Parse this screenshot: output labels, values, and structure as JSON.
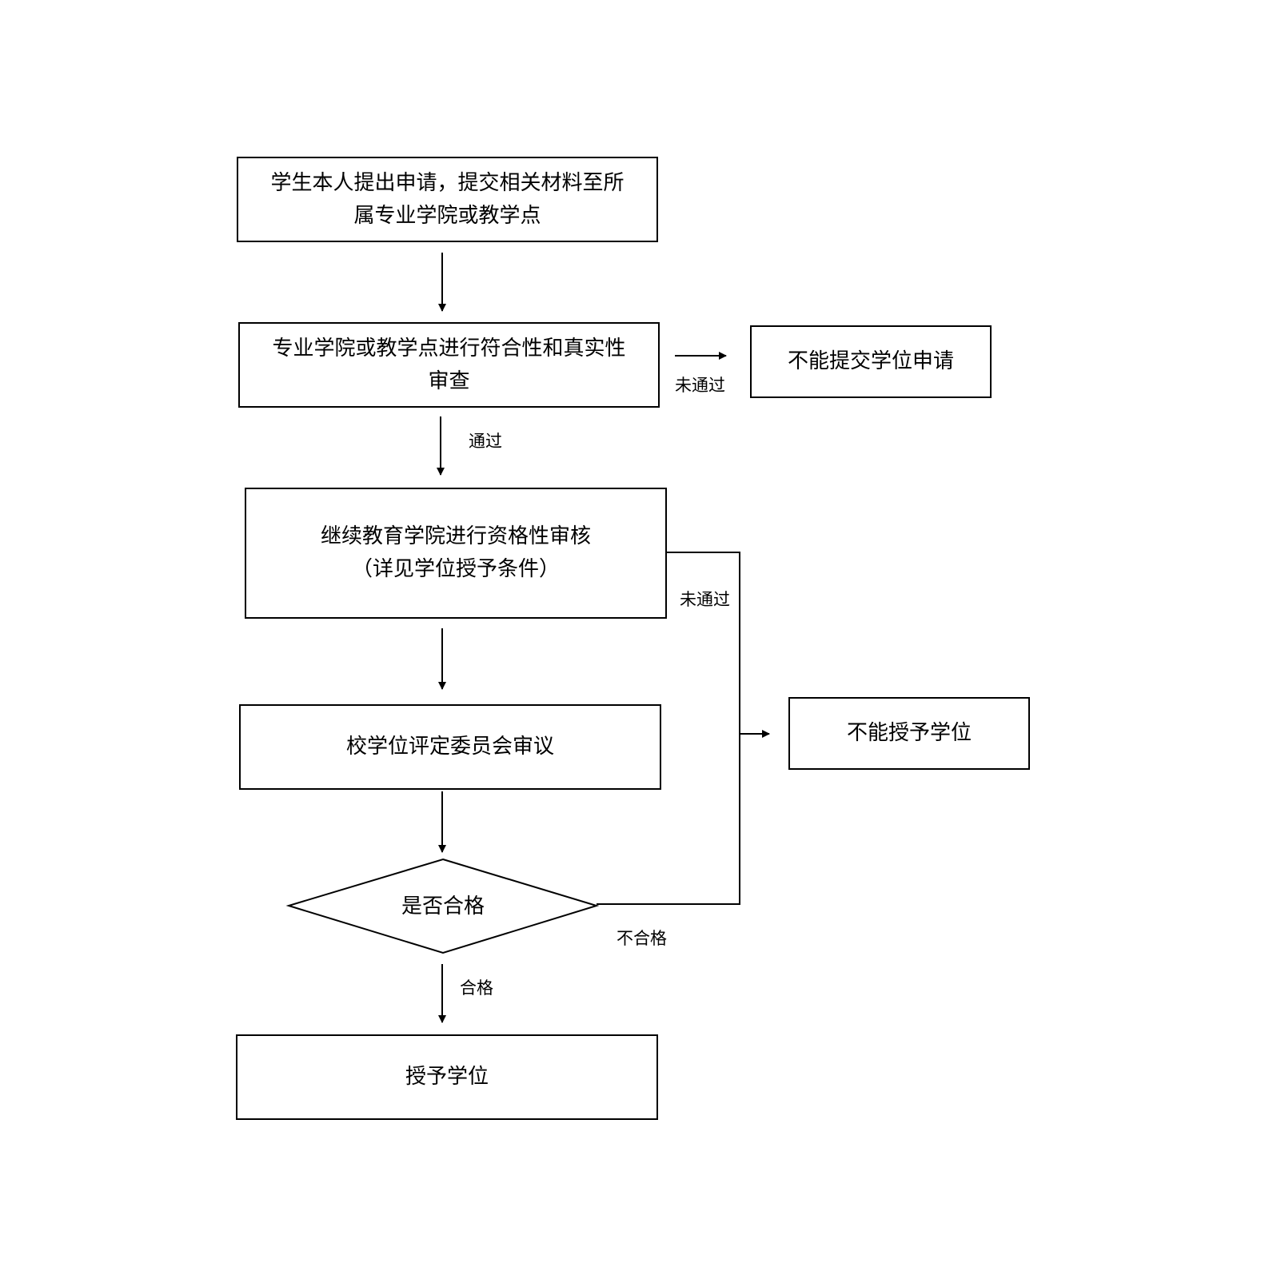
{
  "nodes": {
    "apply": {
      "line1": "学生本人提出申请，提交相关材料至所",
      "line2": "属专业学院或教学点"
    },
    "review1": {
      "line1": "专业学院或教学点进行符合性和真实性",
      "line2": "审查"
    },
    "reject1": {
      "text": "不能提交学位申请"
    },
    "review2": {
      "line1": "继续教育学院进行资格性审核",
      "line2": "（详见学位授予条件）"
    },
    "committee": {
      "text": "校学位评定委员会审议"
    },
    "decision": {
      "text": "是否合格"
    },
    "reject2": {
      "text": "不能授予学位"
    },
    "grant": {
      "text": "授予学位"
    }
  },
  "edge_labels": {
    "review1_fail": "未通过",
    "review1_pass": "通过",
    "review2_fail": "未通过",
    "decision_fail": "不合格",
    "decision_pass": "合格"
  }
}
